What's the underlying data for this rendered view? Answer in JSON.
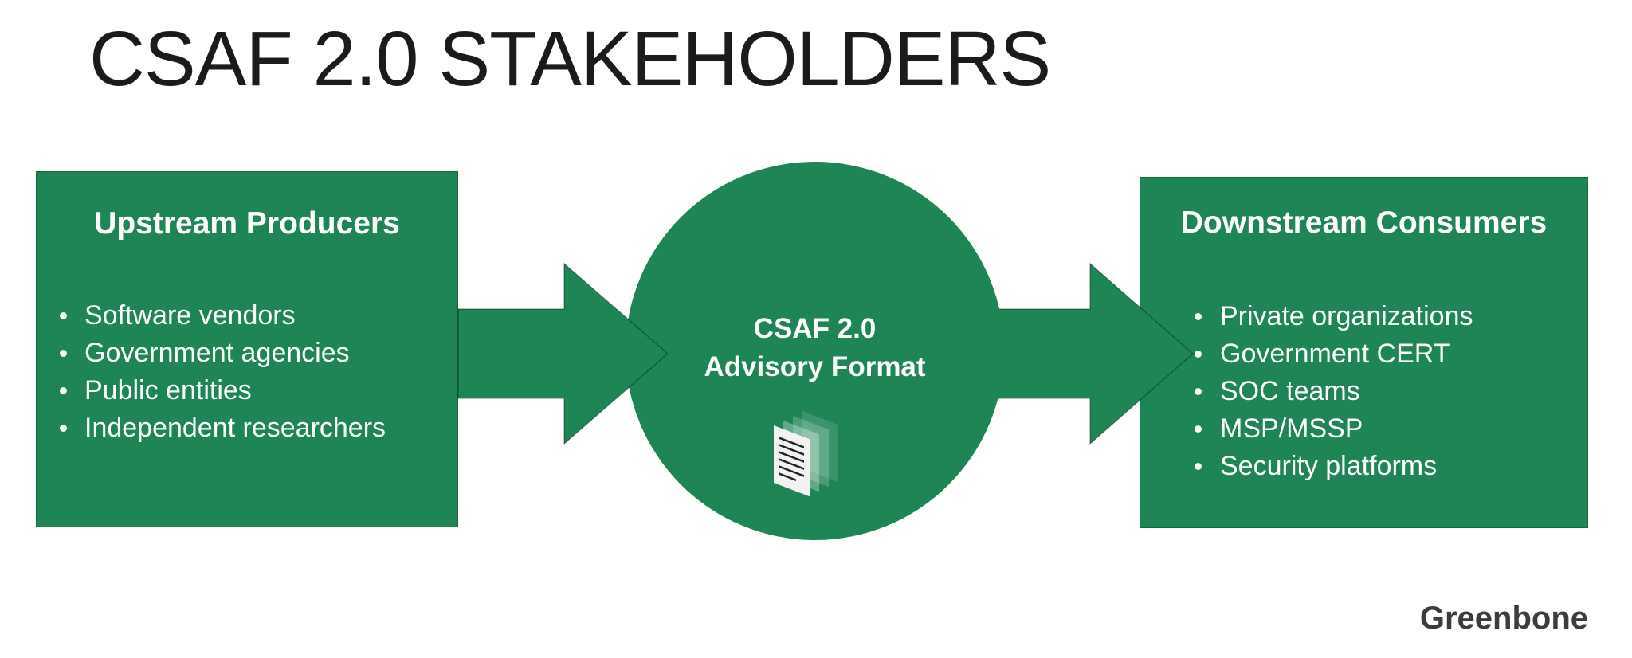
{
  "title": "CSAF 2.0 STAKEHOLDERS",
  "colors": {
    "green": "#1e8555",
    "title": "#1b1b1b",
    "logo": "#3c3c3b",
    "boxtext": "#ffffff"
  },
  "left_box": {
    "header": "Upstream Producers",
    "items": [
      "Software vendors",
      "Government agencies",
      "Public entities",
      "Independent researchers"
    ]
  },
  "center": {
    "line1": "CSAF 2.0",
    "line2": "Advisory Format",
    "icon": "advisory-document-icon"
  },
  "right_box": {
    "header": "Downstream Consumers",
    "items": [
      "Private organizations",
      "Government CERT",
      "SOC teams",
      "MSP/MSSP",
      "Security platforms"
    ]
  },
  "footer": {
    "logo_text": "Greenbone"
  }
}
